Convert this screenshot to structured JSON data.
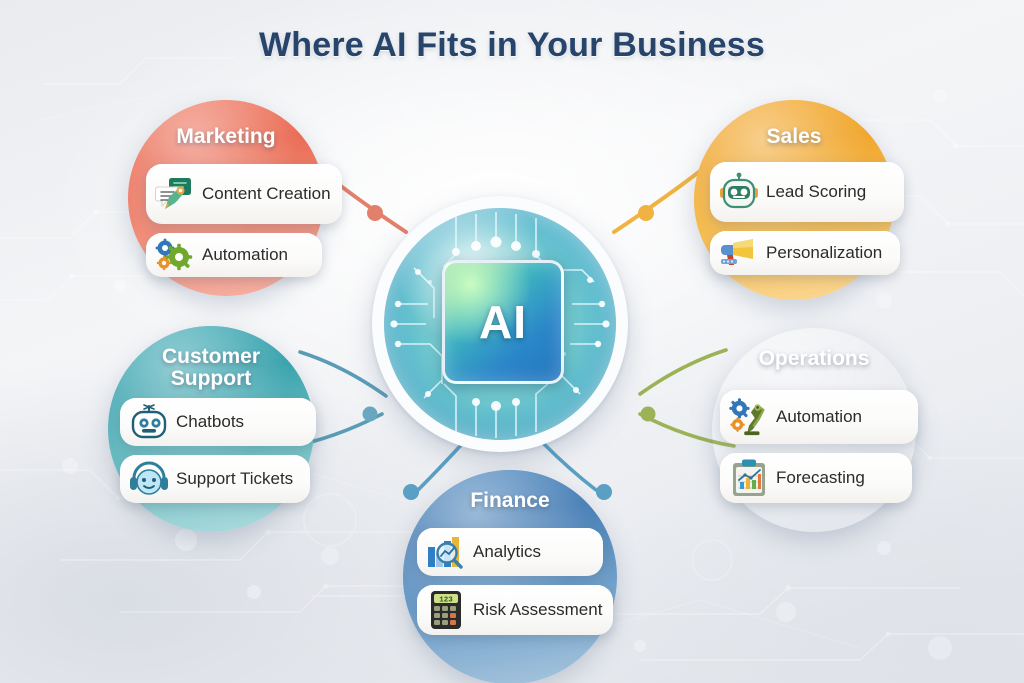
{
  "page": {
    "title": "Where AI Fits in Your Business",
    "background_color": "#eef0f3"
  },
  "hub": {
    "label": "AI",
    "name": "ai-core",
    "ring_color": "#fbfcfd",
    "inner_color": "#4fb4cf",
    "chip_color": "#2b86c9"
  },
  "nodes": [
    {
      "id": "marketing",
      "title": "Marketing",
      "color": "#ea6c55",
      "connector_color": "#e2806c",
      "items": [
        {
          "label": "Content Creation",
          "icon": "content-creation-icon"
        },
        {
          "label": "Automation",
          "icon": "gears-icon"
        }
      ]
    },
    {
      "id": "sales",
      "title": "Sales",
      "color": "#f0a62c",
      "connector_color": "#f0b341",
      "items": [
        {
          "label": "Lead Scoring",
          "icon": "robot-icon"
        },
        {
          "label": "Personalization",
          "icon": "megaphone-icon"
        }
      ]
    },
    {
      "id": "support",
      "title": "Customer Support",
      "title_line1": "Customer",
      "title_line2": "Support",
      "color": "#3aa3ae",
      "connector_color": "#5a9cb8",
      "items": [
        {
          "label": "Chatbots",
          "icon": "chatbot-icon"
        },
        {
          "label": "Support Tickets",
          "icon": "headset-bot-icon"
        }
      ]
    },
    {
      "id": "operations",
      "title": "Operations",
      "color": "#a6c740",
      "connector_color": "#9cb257",
      "items": [
        {
          "label": "Automation",
          "icon": "robot-arm-gears-icon"
        },
        {
          "label": "Forecasting",
          "icon": "clipboard-chart-icon"
        }
      ]
    },
    {
      "id": "finance",
      "title": "Finance",
      "color": "#487fb6",
      "connector_color": "#5a9fc4",
      "items": [
        {
          "label": "Analytics",
          "icon": "bar-chart-magnifier-icon"
        },
        {
          "label": "Risk Assessment",
          "icon": "calculator-icon",
          "icon_text": "123"
        }
      ]
    }
  ]
}
